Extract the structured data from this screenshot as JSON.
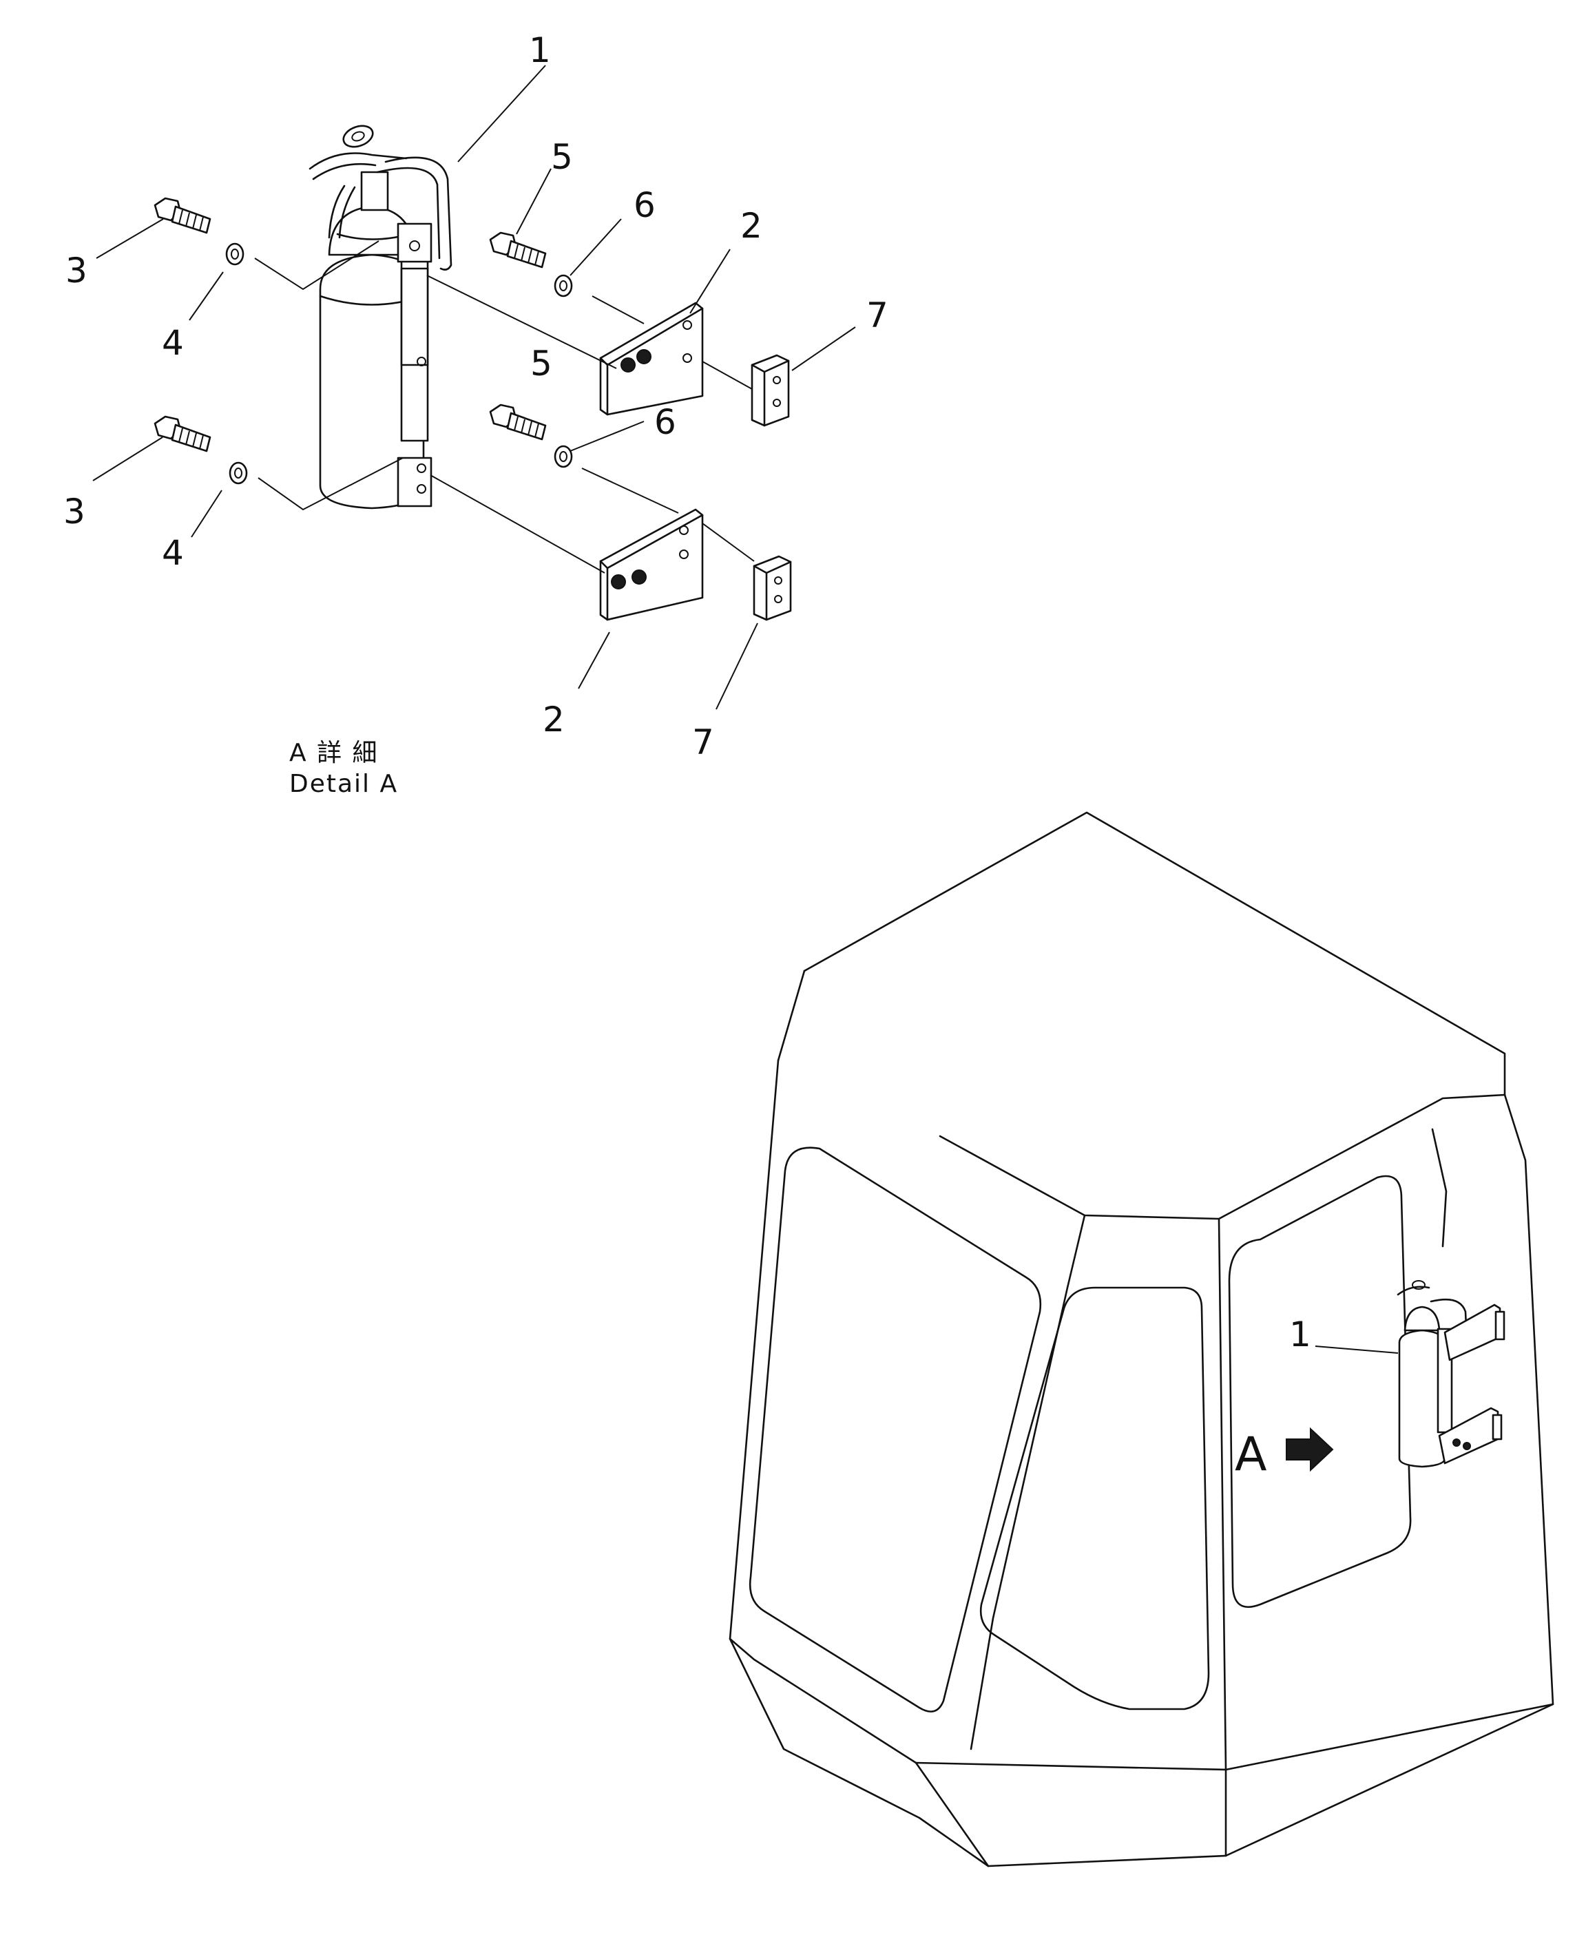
{
  "detail_view": {
    "callouts": {
      "extinguisher": "1",
      "bracket_upper": "2",
      "bracket_lower": "2",
      "bolt_left_upper": "3",
      "bolt_left_lower": "3",
      "washer_left_upper": "4",
      "washer_left_lower": "4",
      "bolt_right_upper": "5",
      "bolt_right_lower": "5",
      "washer_right_upper": "6",
      "washer_right_lower": "6",
      "block_upper": "7",
      "block_lower": "7"
    },
    "caption_jp": "A 詳 細",
    "caption_en": "Detail A"
  },
  "cab_view": {
    "callout_extinguisher": "1",
    "view_marker": "A"
  }
}
